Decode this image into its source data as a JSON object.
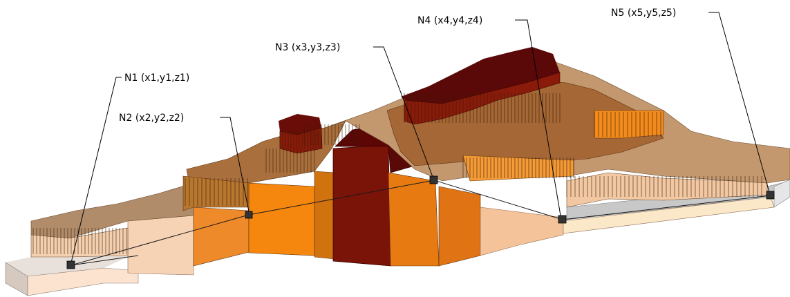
{
  "nodes": [
    {
      "id": "N1",
      "label": "N1 (x1,y1,z1)"
    },
    {
      "id": "N2",
      "label": "N2 (x2,y2,z2)"
    },
    {
      "id": "N3",
      "label": "N3 (x3,y3,z3)"
    },
    {
      "id": "N4",
      "label": "N4 (x4,y4,z4)"
    },
    {
      "id": "N5",
      "label": "N5 (x5,y5,z5)"
    }
  ],
  "connections": [
    [
      "N1",
      "N2"
    ],
    [
      "N2",
      "N3"
    ],
    [
      "N3",
      "N4"
    ],
    [
      "N4",
      "N5"
    ]
  ],
  "colors": {
    "pale": "#f7dcc4",
    "light": "#f5c39a",
    "tan": "#c49a72",
    "orange": "#f28a1c",
    "orange_dark": "#d96f10",
    "brown": "#9a5518",
    "brown_top": "#a86b3c",
    "maroon": "#7a1408",
    "maroon_dark": "#5a0808",
    "gray": "#c8c8c8",
    "node_marker": "#333333"
  }
}
